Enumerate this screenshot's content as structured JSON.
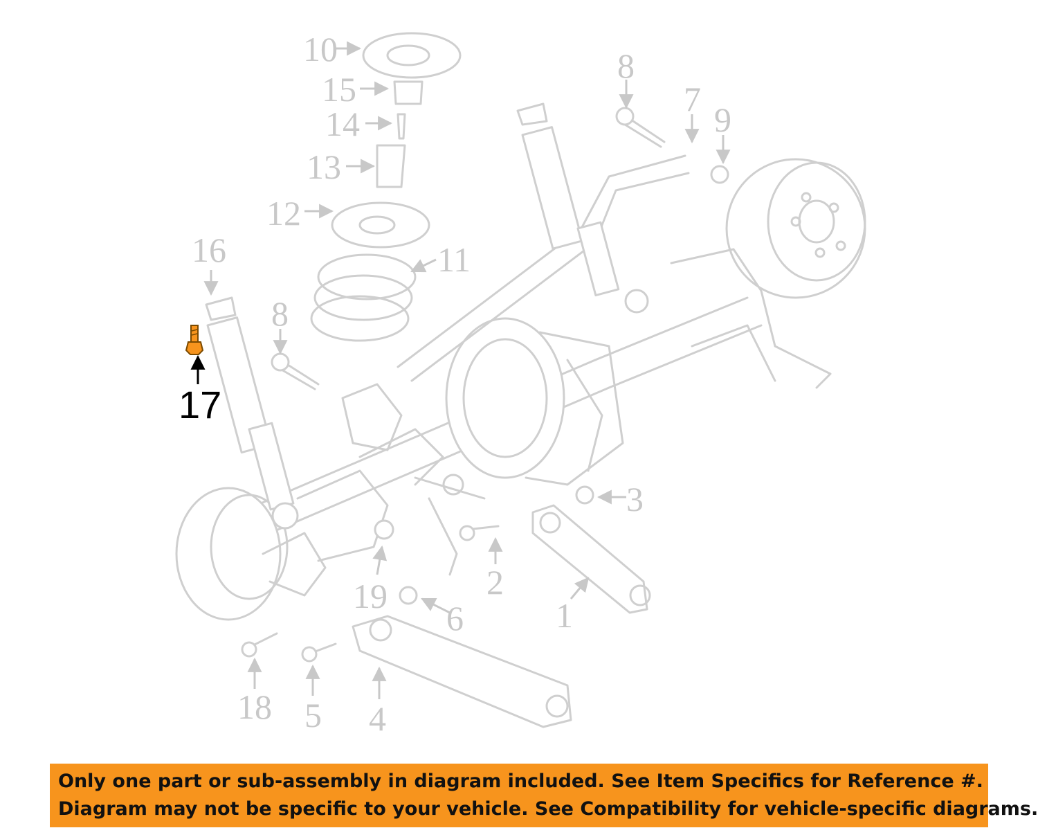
{
  "diagram": {
    "callouts": [
      {
        "id": "1",
        "label": "1"
      },
      {
        "id": "2",
        "label": "2"
      },
      {
        "id": "3",
        "label": "3"
      },
      {
        "id": "4",
        "label": "4"
      },
      {
        "id": "5",
        "label": "5"
      },
      {
        "id": "6",
        "label": "6"
      },
      {
        "id": "7",
        "label": "7"
      },
      {
        "id": "8a",
        "label": "8"
      },
      {
        "id": "8b",
        "label": "8"
      },
      {
        "id": "9",
        "label": "9"
      },
      {
        "id": "10",
        "label": "10"
      },
      {
        "id": "11",
        "label": "11"
      },
      {
        "id": "12",
        "label": "12"
      },
      {
        "id": "13",
        "label": "13"
      },
      {
        "id": "14",
        "label": "14"
      },
      {
        "id": "15",
        "label": "15"
      },
      {
        "id": "16",
        "label": "16"
      },
      {
        "id": "18",
        "label": "18"
      },
      {
        "id": "19",
        "label": "19"
      }
    ],
    "highlighted": {
      "label": "17",
      "color": "#f7941d"
    }
  },
  "banner": {
    "line1": "Only one part or sub-assembly in diagram included. See Item Specifics for Reference #.",
    "line2": "Diagram may not be specific to your vehicle. See Compatibility for vehicle-specific diagrams.",
    "color": "#f7941d"
  }
}
